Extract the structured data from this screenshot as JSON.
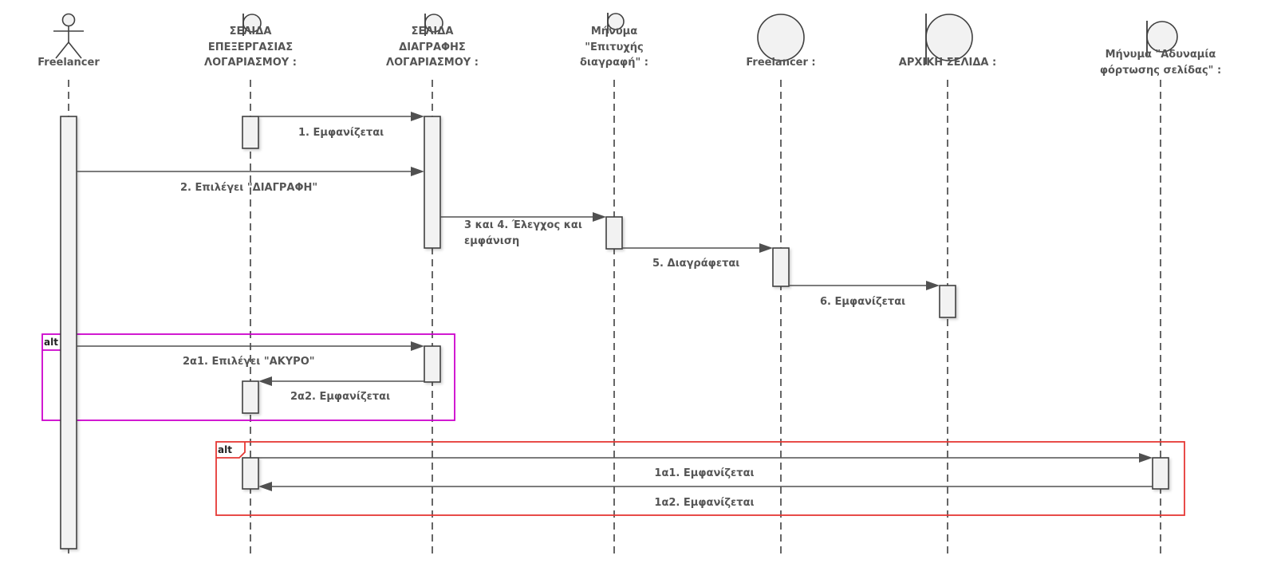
{
  "participants": [
    {
      "id": "p1",
      "type": "actor",
      "lines": [
        "Freelancer"
      ]
    },
    {
      "id": "p2",
      "type": "boundary",
      "lines": [
        "ΣΕΛΙΔΑ",
        "ΕΠΕΞΕΡΓΑΣΙΑΣ",
        "ΛΟΓΑΡΙΑΣΜΟΥ :"
      ]
    },
    {
      "id": "p3",
      "type": "boundary",
      "lines": [
        "ΣΕΛΙΔΑ",
        "ΔΙΑΓΡΑΦΗΣ",
        "ΛΟΓΑΡΙΑΣΜΟΥ :"
      ]
    },
    {
      "id": "p4",
      "type": "boundary",
      "lines": [
        "Μήνυμα",
        "\"Επιτυχής",
        "διαγραφή\" :"
      ]
    },
    {
      "id": "p5",
      "type": "entity",
      "lines": [
        "Freelancer :"
      ]
    },
    {
      "id": "p6",
      "type": "boundary",
      "lines": [
        "ΑΡΧΙΚΗ ΣΕΛΙΔΑ :"
      ]
    },
    {
      "id": "p7",
      "type": "boundary",
      "lines": [
        "Μήνυμα \"Αδυναμία",
        "φόρτωσης σελίδας\" :"
      ]
    }
  ],
  "messages": [
    {
      "id": "m1",
      "from": "p2",
      "to": "p3",
      "lines": [
        "1. Εμφανίζεται"
      ]
    },
    {
      "id": "m2",
      "from": "p1",
      "to": "p3",
      "lines": [
        "2. Επιλέγει \"ΔΙΑΓΡΑΦΗ\""
      ]
    },
    {
      "id": "m3",
      "from": "p3",
      "to": "p4",
      "lines": [
        "3 και 4. Έλεγχος και",
        "εμφάνιση"
      ]
    },
    {
      "id": "m4",
      "from": "p4",
      "to": "p5",
      "lines": [
        "5. Διαγράφεται"
      ]
    },
    {
      "id": "m5",
      "from": "p5",
      "to": "p6",
      "lines": [
        "6. Εμφανίζεται"
      ]
    },
    {
      "id": "m6",
      "from": "p1",
      "to": "p3",
      "lines": [
        "2α1. Επιλέγει \"ΑΚΥΡΟ\""
      ]
    },
    {
      "id": "m7",
      "from": "p3",
      "to": "p2",
      "lines": [
        "2α2. Εμφανίζεται"
      ]
    },
    {
      "id": "m8",
      "from": "p2",
      "to": "p7",
      "lines": [
        "1α1. Εμφανίζεται"
      ]
    },
    {
      "id": "m9",
      "from": "p7",
      "to": "p2",
      "lines": [
        "1α2. Εμφανίζεται"
      ]
    }
  ],
  "fragments": [
    {
      "id": "f1",
      "label": "alt",
      "color": "#cc00cc"
    },
    {
      "id": "f2",
      "label": "alt",
      "color": "#e53935"
    }
  ]
}
